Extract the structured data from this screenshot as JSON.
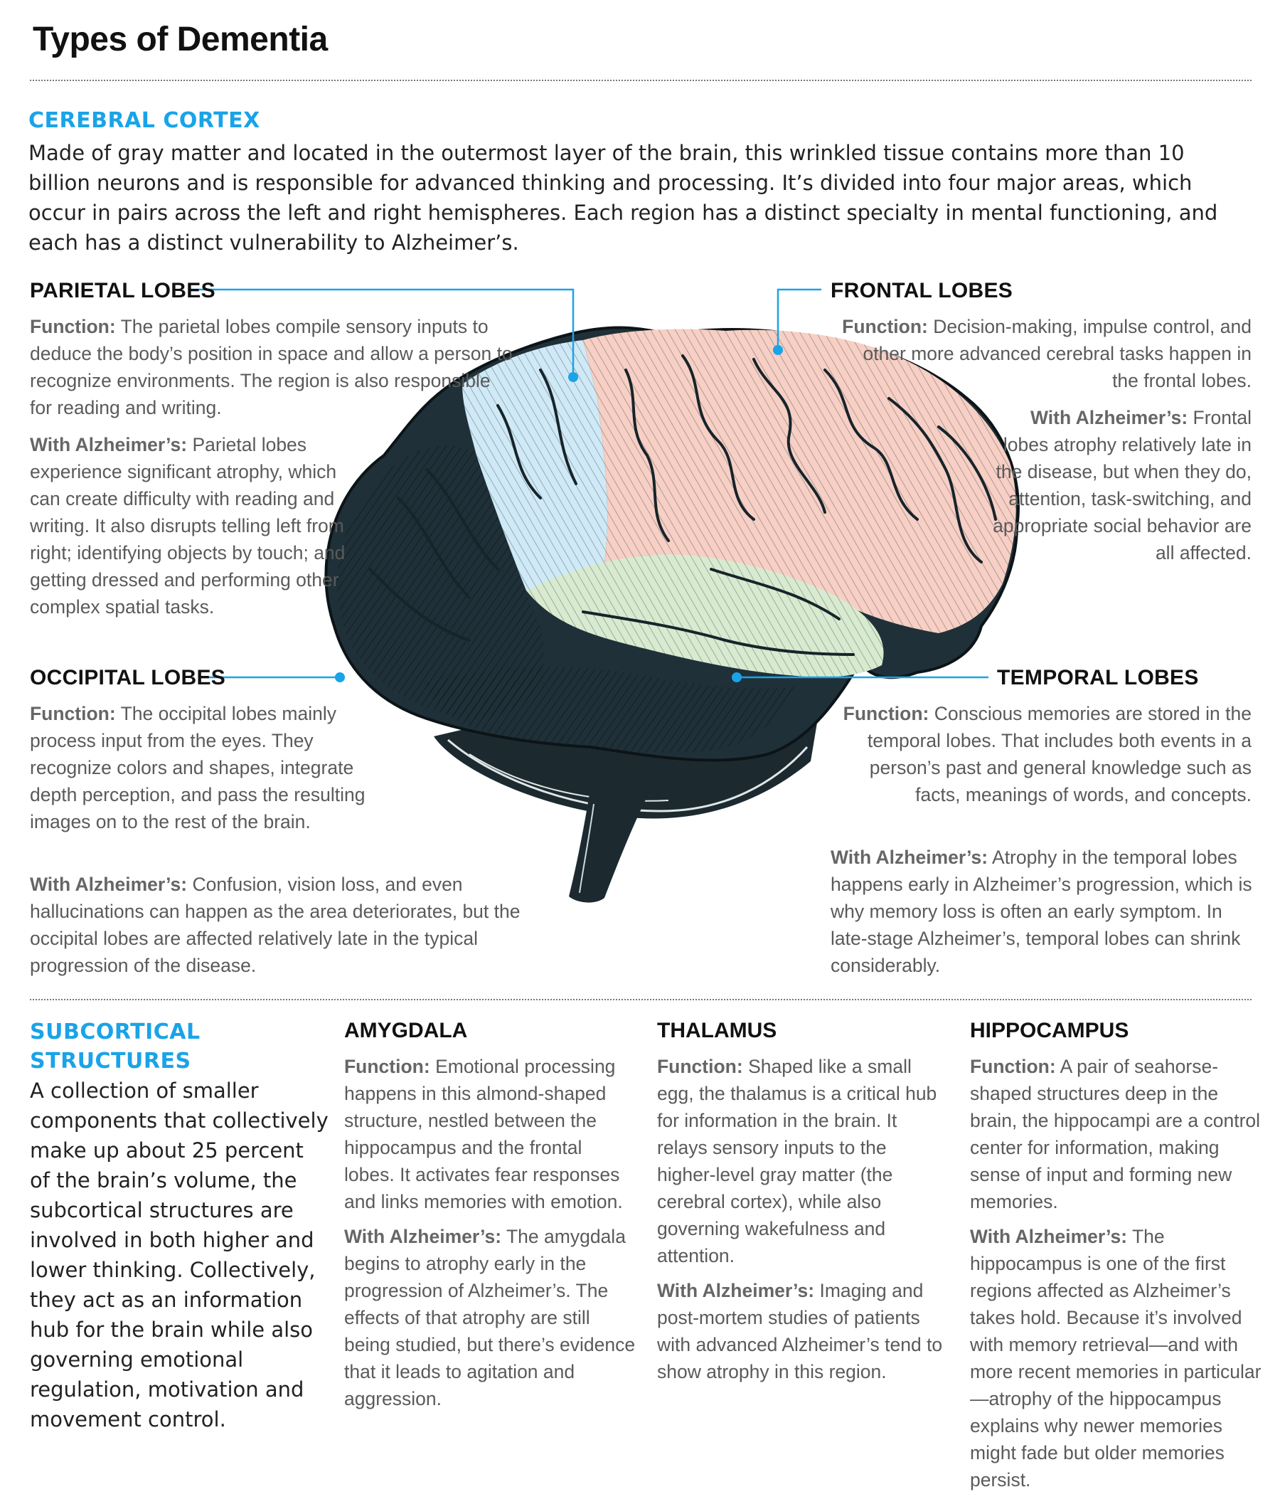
{
  "title": "Types of Dementia",
  "cortex": {
    "heading": "CEREBRAL CORTEX",
    "body": "Made of gray matter and located in the outermost layer of the brain, this wrinkled tissue contains more than 10 billion neurons and is responsible for advanced thinking and processing. It’s divided into four major areas, which occur in pairs across the left and right hemispheres. Each region has a distinct specialty in mental functioning, and each has a distinct vulnerability to Alzheimer’s."
  },
  "labels": {
    "function": "Function:",
    "alzheimers": "With Alzheimer’s:"
  },
  "lobes": {
    "parietal": {
      "name": "PARIETAL LOBES",
      "function": "The parietal lobes compile sensory inputs to deduce the body’s position in space and allow a person to recognize environments. The region is also responsible for reading and writing.",
      "alzheimers": "Parietal lobes experience significant atrophy, which can create difficulty with reading and writing. It also disrupts telling left from right; identifying objects by touch; and getting dressed and performing other complex spatial tasks."
    },
    "frontal": {
      "name": "FRONTAL LOBES",
      "function": "Decision-making, impulse control, and other more advanced cerebral tasks happen in the frontal lobes.",
      "alzheimers": "Frontal lobes atrophy relatively late in the disease, but when they do, attention, task-switching, and appropriate social behavior are all affected."
    },
    "occipital": {
      "name": "OCCIPITAL LOBES",
      "function": "The occipital lobes mainly process input from the eyes. They recognize colors and shapes, integrate depth perception, and pass the resulting images on to the rest of the brain.",
      "alzheimers": "Confusion, vision loss, and even hallucinations can happen as the area deteriorates, but the occipital lobes are affected relatively late in the typical progression of the disease."
    },
    "temporal": {
      "name": "TEMPORAL LOBES",
      "function": "Conscious memories are stored in the temporal lobes. That includes both events in a person’s past and general knowledge such as facts, meanings of words, and concepts.",
      "alzheimers": "Atrophy in the temporal lobes happens early in Alzheimer’s progression, which is why memory loss is often an early symptom. In late-stage Alzheimer’s, temporal lobes can shrink considerably."
    }
  },
  "subcortical": {
    "heading_line1": "SUBCORTICAL",
    "heading_line2": "STRUCTURES",
    "body": "A collection of smaller components that collectively make up about 25 percent of the brain’s volume, the subcortical structures are involved in both higher and lower thinking. Collectively, they act as an information hub for the brain while also governing emotional regulation, motivation and movement control."
  },
  "structures": {
    "amygdala": {
      "name": "AMYGDALA",
      "function": "Emotional processing happens in this almond-shaped structure, nestled between the hippocampus and the frontal lobes. It activates fear responses and links memories with emotion.",
      "alzheimers": "The amygdala begins to atrophy early in the progression of Alzheimer’s. The effects of that atrophy are still being studied, but there’s evidence that it leads to agitation and aggression."
    },
    "thalamus": {
      "name": "THALAMUS",
      "function": "Shaped like a small egg, the thalamus is a critical hub for information in the brain. It relays sensory inputs to the higher-level gray matter (the cerebral cortex), while also governing wakefulness and attention.",
      "alzheimers": "Imaging and post-mortem studies of patients with advanced Alzheimer’s tend to show atrophy in this region."
    },
    "hippocampus": {
      "name": "HIPPOCAMPUS",
      "function": "A pair of seahorse-shaped structures deep in the brain, the hippocampi are a control center for information, making sense of input and forming new memories.",
      "alzheimers": "The hippocampus is one of the first regions affected as Alzheimer’s takes hold. Because it’s involved with memory retrieval—and with more recent memories in particular—atrophy of the hippocampus explains why newer memories might fade but older memories persist."
    }
  },
  "colors": {
    "accent_blue": "#1aa3e8",
    "parietal": "#cfe9f6",
    "frontal": "#f7cfc4",
    "temporal": "#d8ebd0",
    "dark_tissue": "#1f3038"
  }
}
